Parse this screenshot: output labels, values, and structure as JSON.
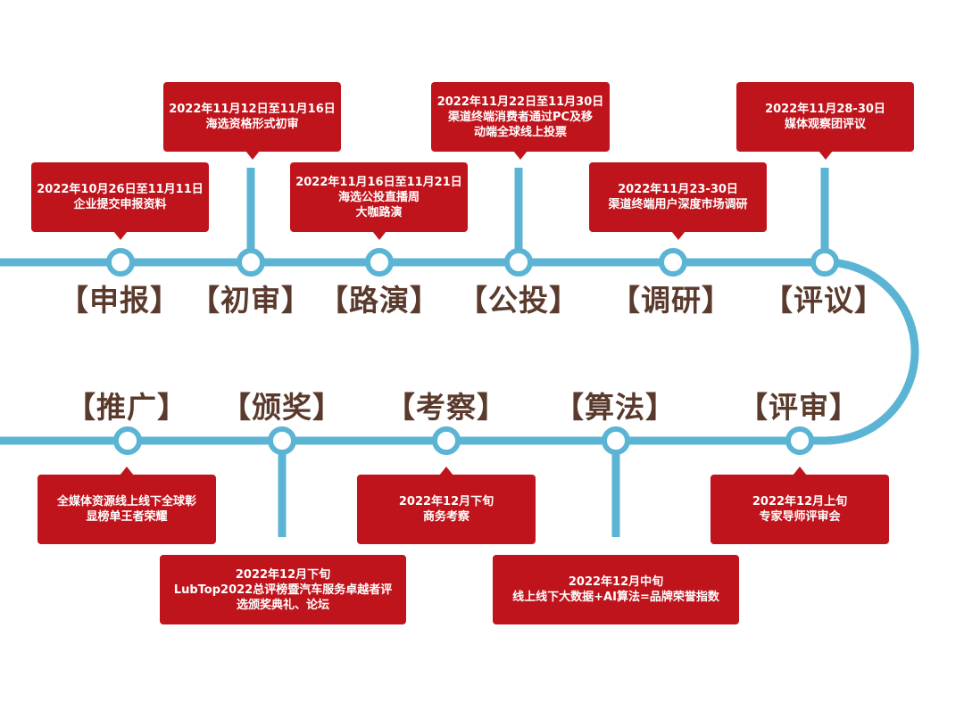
{
  "colors": {
    "track": "#5bb4d4",
    "box": "#c0141c",
    "label": "#5a3a2c"
  },
  "stages": [
    {
      "id": "shenbao",
      "label": "【申报】",
      "lines": [
        "2022年10月26日至11月11日",
        "企业提交申报资料"
      ]
    },
    {
      "id": "chushen",
      "label": "【初审】",
      "lines": [
        "2022年11月12日至11月16日",
        "海选资格形式初审"
      ]
    },
    {
      "id": "luyan",
      "label": "【路演】",
      "lines": [
        "2022年11月16日至11月21日",
        "海选公投直播周",
        "大咖路演"
      ]
    },
    {
      "id": "gongtou",
      "label": "【公投】",
      "lines": [
        "2022年11月22日至11月30日",
        "渠道终端消费者通过PC及移",
        "动端全球线上投票"
      ]
    },
    {
      "id": "diaoyan",
      "label": "【调研】",
      "lines": [
        "2022年11月23-30日",
        "渠道终端用户深度市场调研"
      ]
    },
    {
      "id": "pingyi",
      "label": "【评议】",
      "lines": [
        "2022年11月28-30日",
        "媒体观察团评议"
      ]
    },
    {
      "id": "pingshen",
      "label": "【评审】",
      "lines": [
        "2022年12月上旬",
        "专家导师评审会"
      ]
    },
    {
      "id": "suanfa",
      "label": "【算法】",
      "lines": [
        "2022年12月中旬",
        "线上线下大数据+AI算法=品牌荣誉指数"
      ]
    },
    {
      "id": "kaocha",
      "label": "【考察】",
      "lines": [
        "2022年12月下旬",
        "商务考察"
      ]
    },
    {
      "id": "banjiang",
      "label": "【颁奖】",
      "lines": [
        "2022年12月下旬",
        "LubTop2022总评榜暨汽车服务卓越者评",
        "选颁奖典礼、论坛"
      ]
    },
    {
      "id": "tuiguang",
      "label": "【推广】",
      "lines": [
        "全媒体资源线上线下全球彰",
        "显榜单王者荣耀"
      ]
    }
  ]
}
